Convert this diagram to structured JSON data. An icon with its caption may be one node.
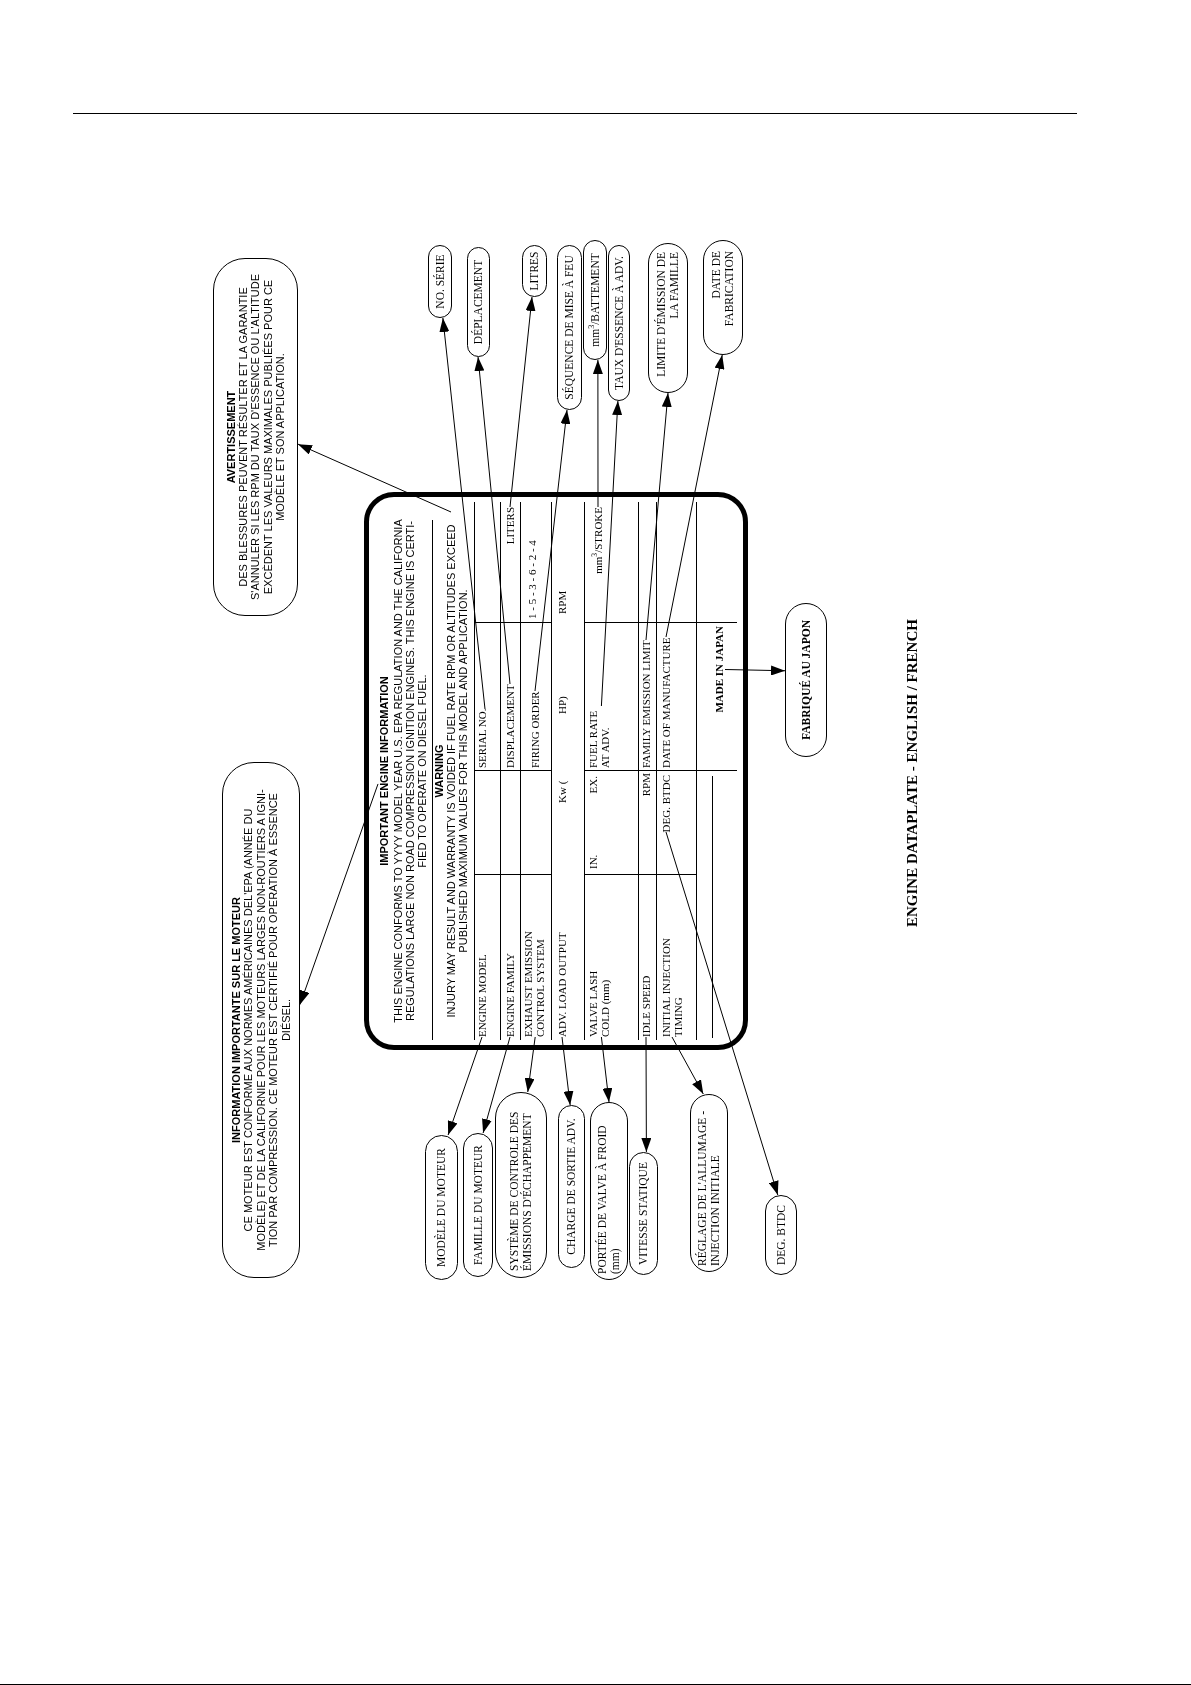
{
  "diagram": {
    "caption": "ENGINE DATAPLATE - ENGLISH / FRENCH",
    "nodes": [
      {
        "text": [
          "INFORMATION IMPORTANTE SUR LE MOTEUR",
          "CE MOTEUR EST CONFORME AUX NORMES AMÉRICAINES DEL'EPA (ANNÉE DU MODÈLE) ET DE LA CALIFORNIE POUR LES MOTEURS LARGES NON-ROUTIERS A IGNI- TION PAR COMPRESSION. CE MOTEUR EST CERTIFIÉ POUR OPERATION À ESSENCE DIÉSEL."
        ]
      },
      {
        "text": [
          "AVERTISSEMENT",
          "DES BLESSURES PEUVENT RÉSULTER ET LA GARANTIE S'ANNULER SI LES RPM DU TAUX D'ESSENCE OU L'ALTITUDE EXCÈDENT LES VALEURS MAXIMALES PUBLIÉES POUR CE MODÈLE ET SON APPLICATION."
        ]
      },
      {
        "text": [],
        "shape": "box"
      },
      {
        "text": [
          "IMPORTANT ENGINE INFORMATION",
          "THIS ENGINE CONFORMS TO YYYY MODEL YEAR U.S. EPA REGULATION AND THE CALIFORNIA REGULATIONS LARGE NON ROAD COMPRESSION IGNITION ENGINES. THIS ENGINE IS CERTI- FIED TO OPERATE ON DIESEL FUEL."
        ],
        "in": 2
      },
      {
        "text": [
          "WARNING",
          "INJURY MAY RESULT AND WARRANTY IS VOIDED IF FUEL RATE RPM OR ALTITUDES EXCEED PUBLISHED MAXIMUM VALUES FOR THIS MODEL AND APPLICATION."
        ],
        "in": 2
      },
      {
        "text": [
          "ENGINE MODEL"
        ],
        "in": 2
      },
      {
        "text": [
          "SERIAL NO."
        ],
        "in": 2
      },
      {
        "text": [
          "ENGINE FAMILY"
        ],
        "in": 2
      },
      {
        "text": [
          "DISPLACEMENT"
        ],
        "in": 2
      },
      {
        "text": [
          "LITERS"
        ],
        "in": 2
      },
      {
        "text": [
          "EXHAUST EMISSION CONTROL SYSTEM"
        ],
        "in": 2
      },
      {
        "text": [
          "FIRING ORDER"
        ],
        "in": 2
      },
      {
        "text": [
          "ADV. LOAD OUTPUT"
        ],
        "in": 2
      },
      {
        "text": [
          "VALVE LASH COLD (mm)"
        ],
        "in": 2
      },
      {
        "text": [
          "FUEL RATE AT ADV."
        ],
        "in": 2
      },
      {
        "text": [
          "mm$^{3}$/STROKE"
        ],
        "in": 2
      },
      {
        "text": [
          "IDLE SPEED"
        ],
        "in": 2
      },
      {
        "text": [
          "FAMILY EMISSION LIMIT"
        ],
        "in": 2
      },
      {
        "text": [
          "INITIAL INJECTION TIMING"
        ],
        "in": 2
      },
      {
        "text": [
          "DEG. BTDC"
        ],
        "in": 2
      },
      {
        "text": [
          "DATE OF MANUFACTURE"
        ],
        "in": 2
      },
      {
        "text": [
          "MADE IN JAPAN"
        ],
        "in": 2
      },
      {
        "text": [
          "NO. SÉRIE"
        ]
      },
      {
        "text": [
          "DÉPLACEMENT"
        ]
      },
      {
        "text": [
          "LITRES"
        ]
      },
      {
        "text": [
          "SÉQUENCE DE MISE À FEU"
        ]
      },
      {
        "text": [
          "mm$^{3}$/BATTEMENT"
        ]
      },
      {
        "text": [
          "TAUX D'ESSENCE À ADV."
        ]
      },
      {
        "text": [
          "LIMITE D'ÉMISSION DE LA FAMILLE"
        ]
      },
      {
        "text": [
          "DATE DE FABRICATION"
        ]
      },
      {
        "text": [
          "MODÈLE DU MOTEUR"
        ]
      },
      {
        "text": [
          "FAMILLE DU MOTEUR"
        ]
      },
      {
        "text": [
          "SYSTÈME DE CONTROLE DES ÉMISSIONS D'ÉCHAPPEMENT"
        ]
      },
      {
        "text": [
          "CHARGE DE SORTIE ADV."
        ]
      },
      {
        "text": [
          "PORTÉE DE VALVE À FROID (mm)"
        ]
      },
      {
        "text": [
          "VITESSE STATIQUE"
        ]
      },
      {
        "text": [
          "RÉGLAGE DE L'ALLUMAGE - INJECTION INITIALE"
        ]
      },
      {
        "text": [
          "DEG. BTDC"
        ]
      },
      {
        "text": [
          "FABRIQUÉ AU JAPON"
        ]
      }
    ],
    "edges": [
      {
        "from": 3,
        "to": 0,
        "arrow": "to"
      },
      {
        "from": 4,
        "to": 1,
        "arrow": "to"
      },
      {
        "from": 5,
        "to": 30,
        "arrow": "to"
      },
      {
        "from": 6,
        "to": 22,
        "arrow": "to"
      },
      {
        "from": 7,
        "to": 31,
        "arrow": "to"
      },
      {
        "from": 8,
        "to": 23,
        "arrow": "to"
      },
      {
        "from": 9,
        "to": 24,
        "arrow": "to"
      },
      {
        "from": 10,
        "to": 32,
        "arrow": "to"
      },
      {
        "from": 11,
        "to": 25,
        "arrow": "to"
      },
      {
        "from": 12,
        "to": 33,
        "arrow": "to"
      },
      {
        "from": 13,
        "to": 34,
        "arrow": "to"
      },
      {
        "from": 14,
        "to": 27,
        "arrow": "to"
      },
      {
        "from": 15,
        "to": 26,
        "arrow": "to"
      },
      {
        "from": 16,
        "to": 35,
        "arrow": "to"
      },
      {
        "from": 17,
        "to": 28,
        "arrow": "to"
      },
      {
        "from": 18,
        "to": 36,
        "arrow": "to"
      },
      {
        "from": 19,
        "to": 37,
        "arrow": "to"
      },
      {
        "from": 20,
        "to": 29,
        "arrow": "to"
      },
      {
        "from": 21,
        "to": 38,
        "arrow": "to"
      }
    ],
    "labels": [
      "1 - 5 - 3 - 6 - 2 - 4",
      "Kw (",
      "HP)",
      "RPM",
      "IN.",
      "EX.",
      "RPM"
    ]
  }
}
